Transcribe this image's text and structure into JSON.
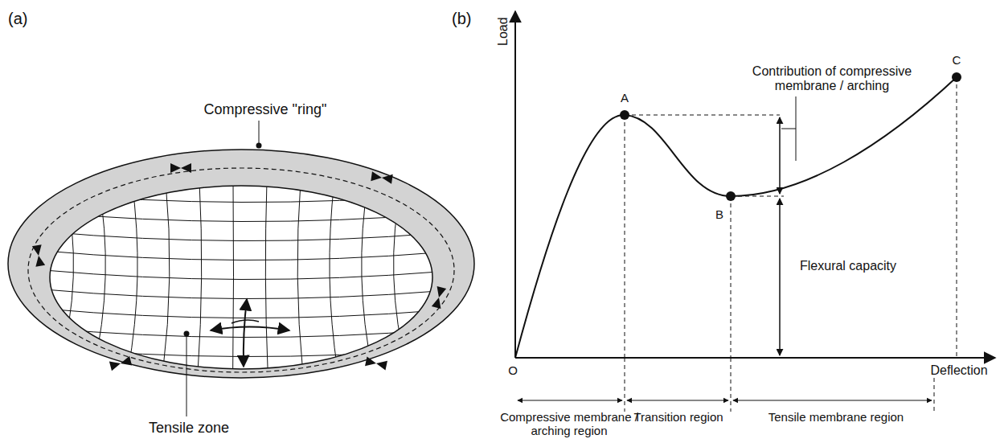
{
  "diagram": {
    "labels": [
      "(a)",
      "Compressive \"ring\"",
      "Tensile zone",
      "(b)",
      "Load",
      "Deflection",
      "O",
      "A",
      "B",
      "C",
      "Contribution of compressive membrane / arching",
      "Flexural capacity",
      "Compressive membrane / arching region",
      "Transition region",
      "Tensile membrane region"
    ]
  }
}
